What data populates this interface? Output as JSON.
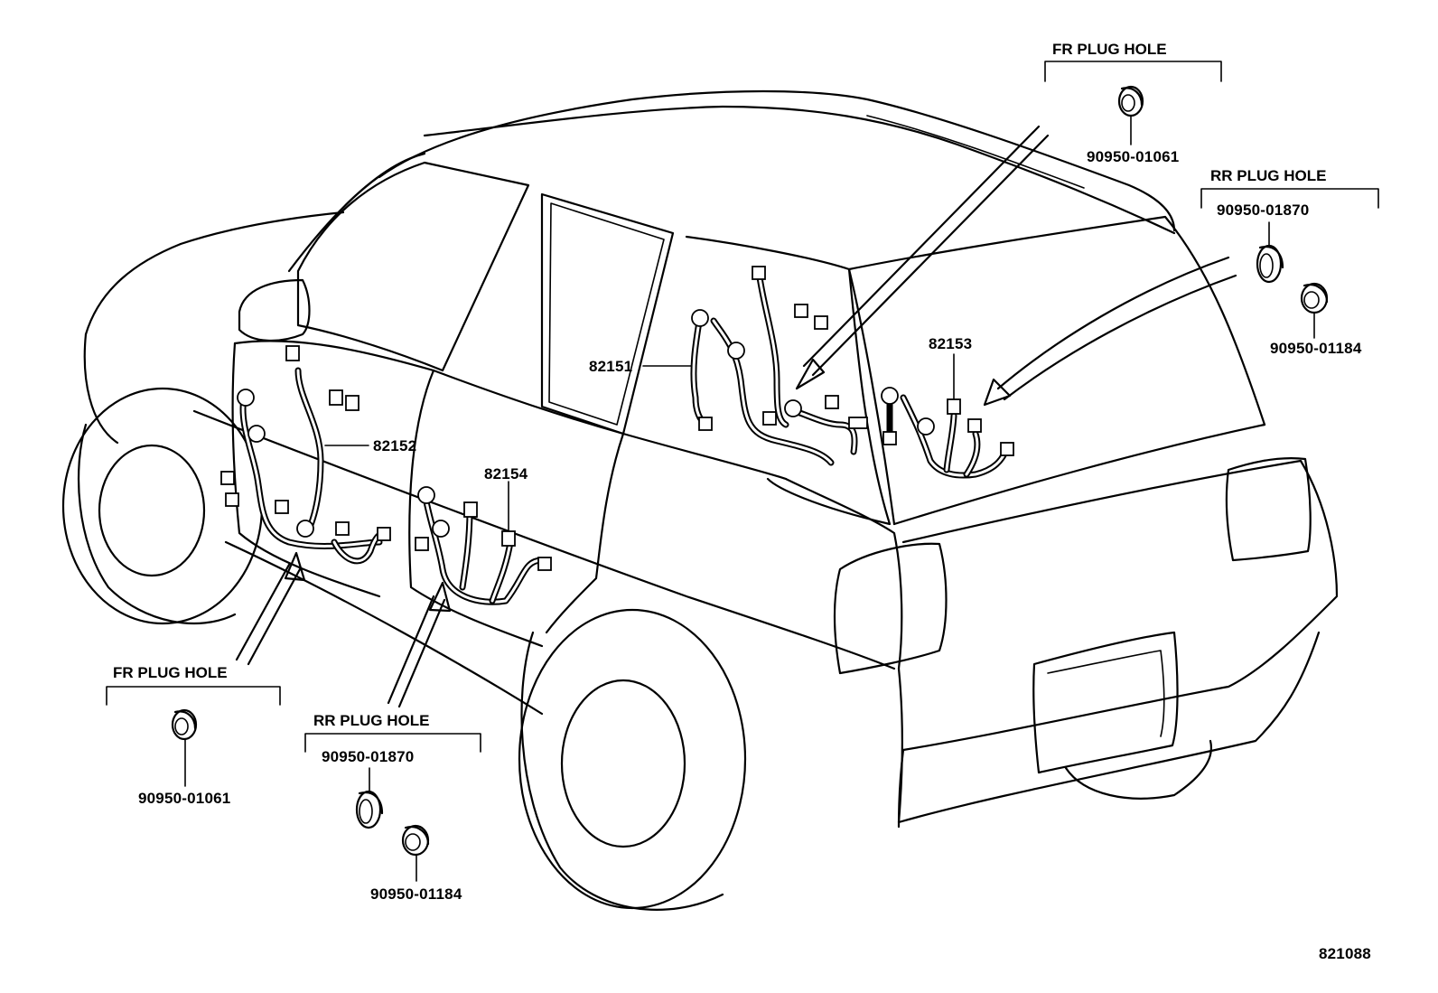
{
  "diagram": {
    "harness_labels": {
      "h1": "82151",
      "h2": "82152",
      "h3": "82153",
      "h4": "82154"
    },
    "groups": {
      "top_fr": {
        "title": "FR PLUG HOLE",
        "parts": [
          "90950-01061"
        ]
      },
      "top_rr": {
        "title": "RR PLUG HOLE",
        "parts": [
          "90950-01870",
          "90950-01184"
        ]
      },
      "bottom_fr": {
        "title": "FR PLUG HOLE",
        "parts": [
          "90950-01061"
        ]
      },
      "bottom_rr": {
        "title": "RR PLUG HOLE",
        "parts": [
          "90950-01870",
          "90950-01184"
        ]
      }
    },
    "figure_number": "821088"
  }
}
